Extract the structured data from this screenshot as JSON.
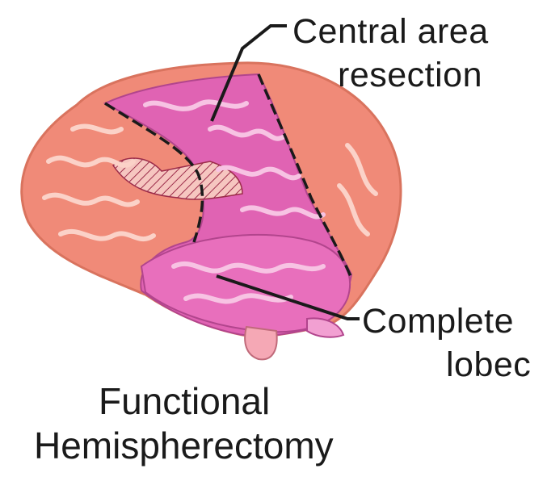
{
  "labels": {
    "central_line1": "Central area",
    "central_line2": "resection",
    "complete_line1": "Complete",
    "complete_line2": "lobec"
  },
  "caption": {
    "line1": "Functional",
    "line2": "Hemispherectomy"
  },
  "colors": {
    "brain_salmon": "#f08a78",
    "brain_salmon_light": "#f7b3a2",
    "resection_pink": "#e063b3",
    "resection_pink_light": "#f2a0d2",
    "outline": "#1a1a1a"
  }
}
